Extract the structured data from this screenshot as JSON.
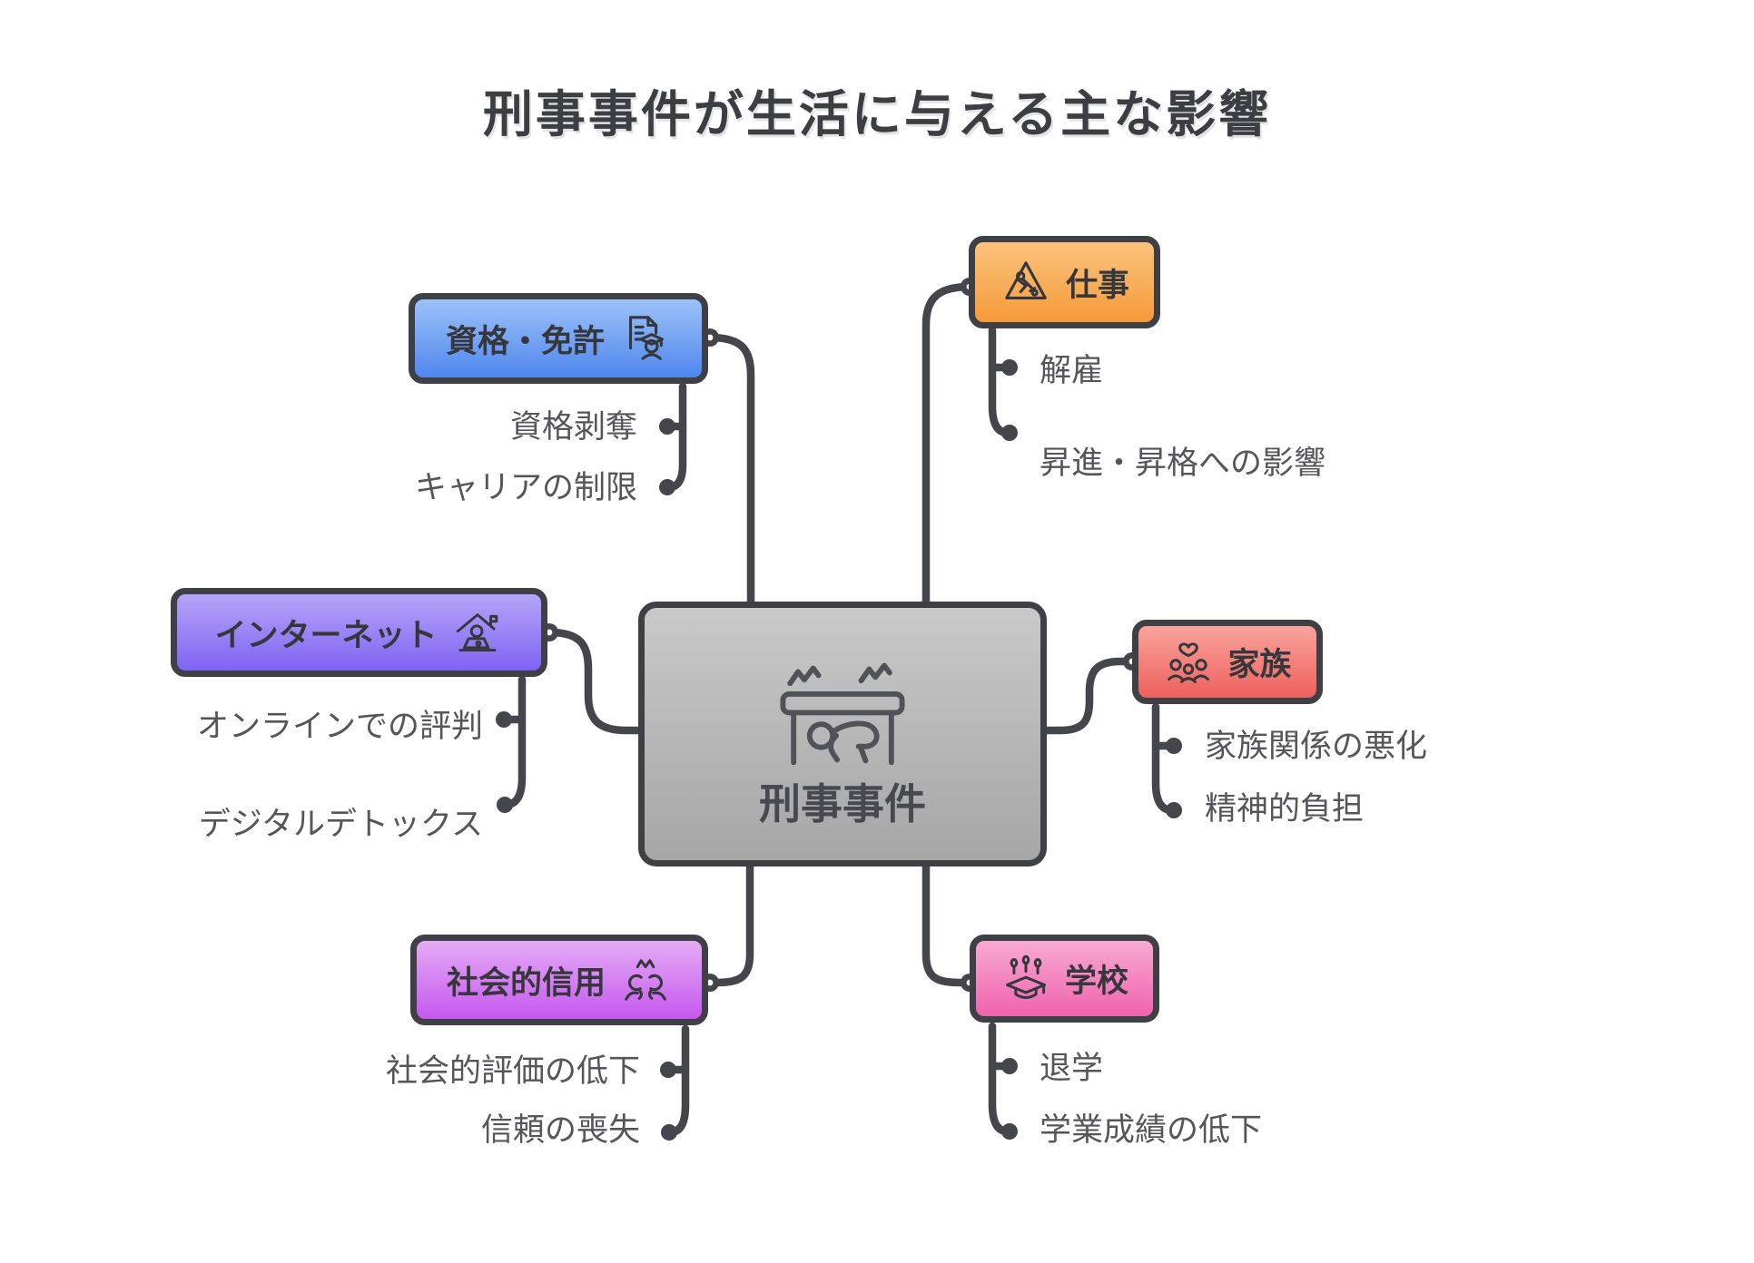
{
  "title": "刑事事件が生活に与える主な影響",
  "center": {
    "label": "刑事事件",
    "icon": "earthquake-incident-icon",
    "color_top": "#c9c9c9",
    "color_bottom": "#a6a6a6"
  },
  "colors": {
    "connector": "#45464b",
    "node_border": "#3f4045",
    "title_ink": "#3d3e43",
    "leaf_ink": "#55565b"
  },
  "branches": [
    {
      "label": "資格・免許",
      "icon": "certificate-license-icon",
      "side": "left",
      "color_top": "#9dc2f8",
      "color_bottom": "#4f87ee",
      "children": [
        "資格剥奪",
        "キャリアの制限"
      ]
    },
    {
      "label": "仕事",
      "icon": "road-work-icon",
      "side": "right",
      "color_top": "#fbc37d",
      "color_bottom": "#f59b3a",
      "children": [
        "解雇",
        "昇進・昇格への影響"
      ]
    },
    {
      "label": "インターネット",
      "icon": "home-internet-icon",
      "side": "left",
      "color_top": "#b5a5f8",
      "color_bottom": "#7e64f3",
      "children": [
        "オンラインでの評判",
        "デジタルデトックス"
      ]
    },
    {
      "label": "家族",
      "icon": "family-icon",
      "side": "right",
      "color_top": "#f9a39c",
      "color_bottom": "#ee605c",
      "children": [
        "家族関係の悪化",
        "精神的負担"
      ]
    },
    {
      "label": "社会的信用",
      "icon": "social-conflict-icon",
      "side": "left",
      "color_top": "#e5abf6",
      "color_bottom": "#c558ee",
      "children": [
        "社会的評価の低下",
        "信頼の喪失"
      ]
    },
    {
      "label": "学校",
      "icon": "school-graduation-icon",
      "side": "right",
      "color_top": "#f9a9d3",
      "color_bottom": "#ef63ad",
      "children": [
        "退学",
        "学業成績の低下"
      ]
    }
  ]
}
